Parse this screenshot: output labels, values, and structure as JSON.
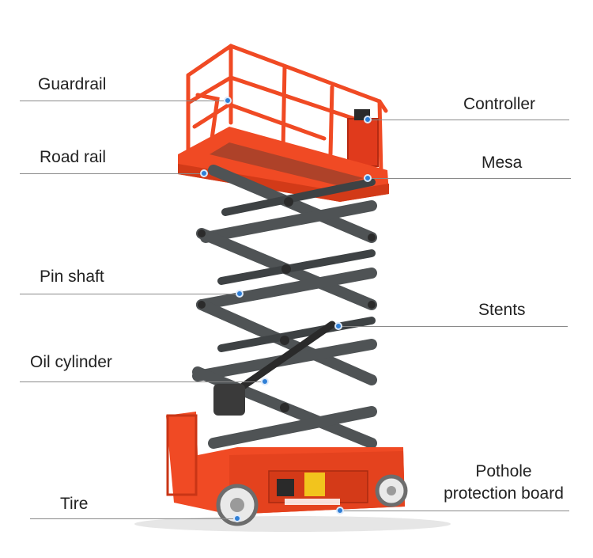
{
  "labels": {
    "guardrail": "Guardrail",
    "controller": "Controller",
    "road_rail": "Road rail",
    "mesa": "Mesa",
    "pin_shaft": "Pin shaft",
    "stents": "Stents",
    "oil_cylinder": "Oil cylinder",
    "pothole_line1": "Pothole",
    "pothole_line2": "protection board",
    "tire": "Tire"
  },
  "colors": {
    "accent_orange": "#f04a24",
    "scissor_gray": "#4f5355",
    "marker_blue": "#2f7fd6",
    "leader_line": "#8a8a8a"
  },
  "icons": [
    "scissor-lift-illustration",
    "callout-marker"
  ]
}
